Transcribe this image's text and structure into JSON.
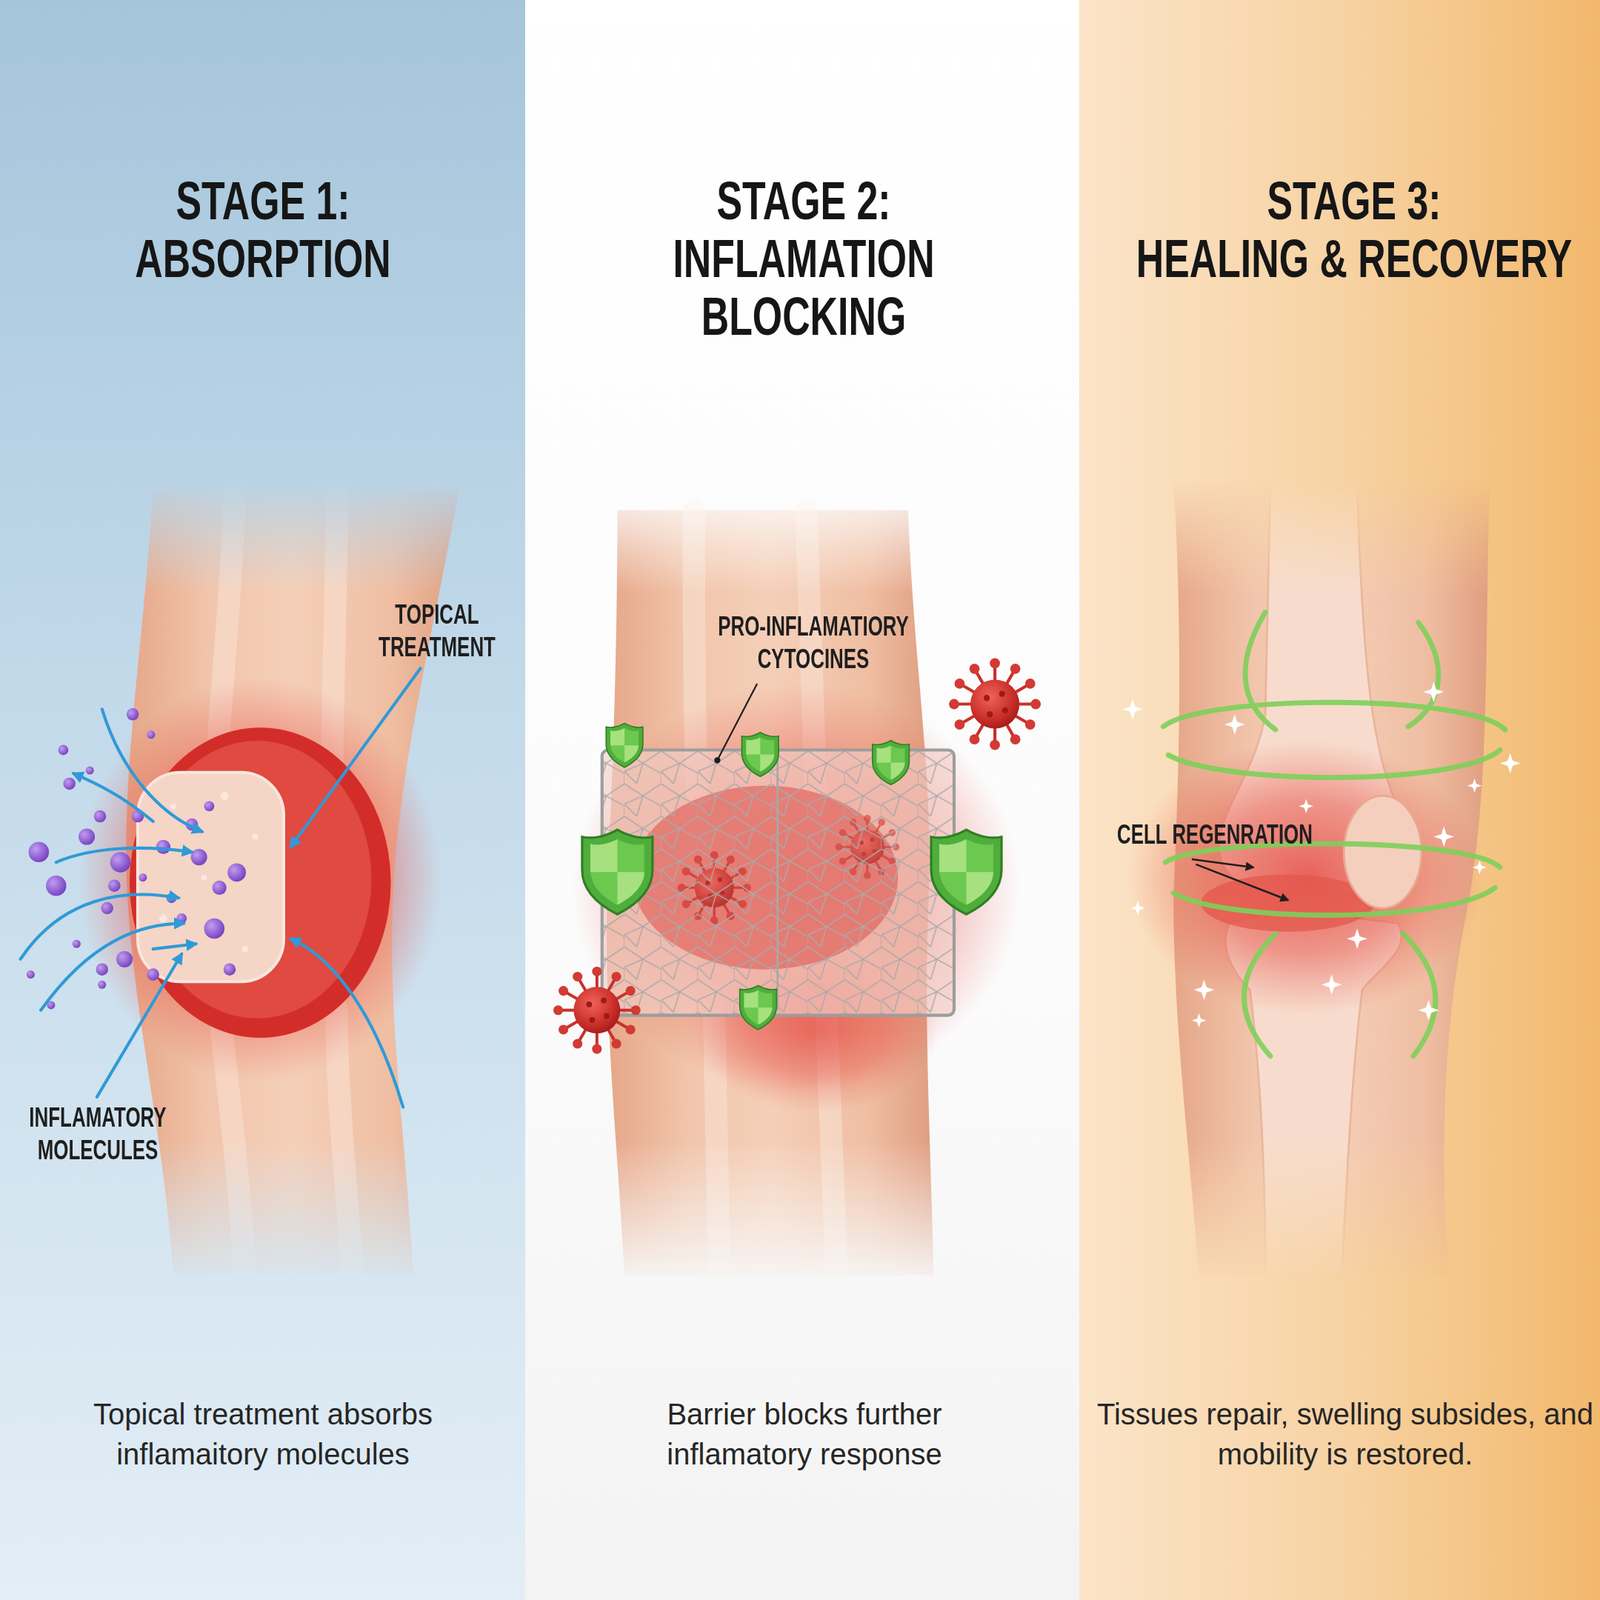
{
  "diagram": {
    "nodes": [
      {
        "text": [
          "STAGE 1: ABSORPTION",
          "Topical treatment absorbs inflamaitory molecules"
        ]
      },
      {
        "text": [
          "STAGE 2: INFLAMATION BLOCKING",
          "Barrier blocks further inflamatory response"
        ]
      },
      {
        "text": [
          "STAGE 3: HEALING & RECOVERY",
          "Tissues repair, swelling subsides, and mobility is restored."
        ]
      }
    ],
    "labels": [
      "TOPICAL TREATMENT",
      "INFLAMATORY MOLECULES",
      "PRO-INFLAMATIORY CYTOCINES",
      "CELL REGENRATION"
    ]
  }
}
